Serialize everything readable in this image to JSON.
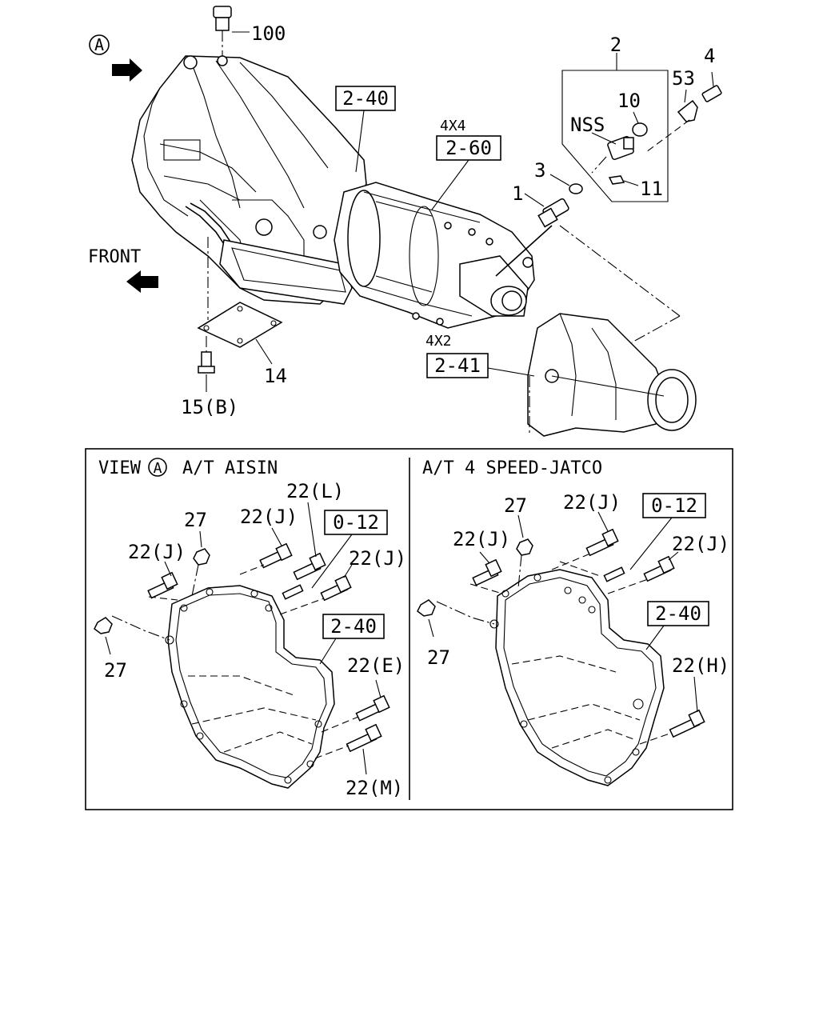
{
  "diagram": {
    "view_marker": "A",
    "front_label": "FRONT",
    "main_labels": {
      "p100": "100",
      "p2": "2",
      "p4": "4",
      "p53": "53",
      "p10": "10",
      "nss": "NSS",
      "p3": "3",
      "p11": "11",
      "p1": "1",
      "p14": "14",
      "p15b": "15(B)",
      "variant_4x4": "4X4",
      "variant_4x2": "4X2"
    },
    "ref_boxes": {
      "b240_main": "2-40",
      "b260": "2-60",
      "b241": "2-41"
    },
    "left_panel": {
      "title": "VIEW",
      "title_rest": "A/T AISIN",
      "marker": "A",
      "labels": {
        "l22l": "22(L)",
        "l22j_top": "22(J)",
        "l27_top": "27",
        "l22j_left": "22(J)",
        "l22j_right": "22(J)",
        "l27_bottom": "27",
        "l22e": "22(E)",
        "l22m": "22(M)"
      },
      "boxes": {
        "b012": "0-12",
        "b240": "2-40"
      }
    },
    "right_panel": {
      "title": "A/T 4 SPEED-JATCO",
      "labels": {
        "r27_top": "27",
        "r22j_top": "22(J)",
        "r22j_left": "22(J)",
        "r22j_right": "22(J)",
        "r27_left": "27",
        "r22h": "22(H)"
      },
      "boxes": {
        "b012": "0-12",
        "b240": "2-40"
      }
    }
  }
}
